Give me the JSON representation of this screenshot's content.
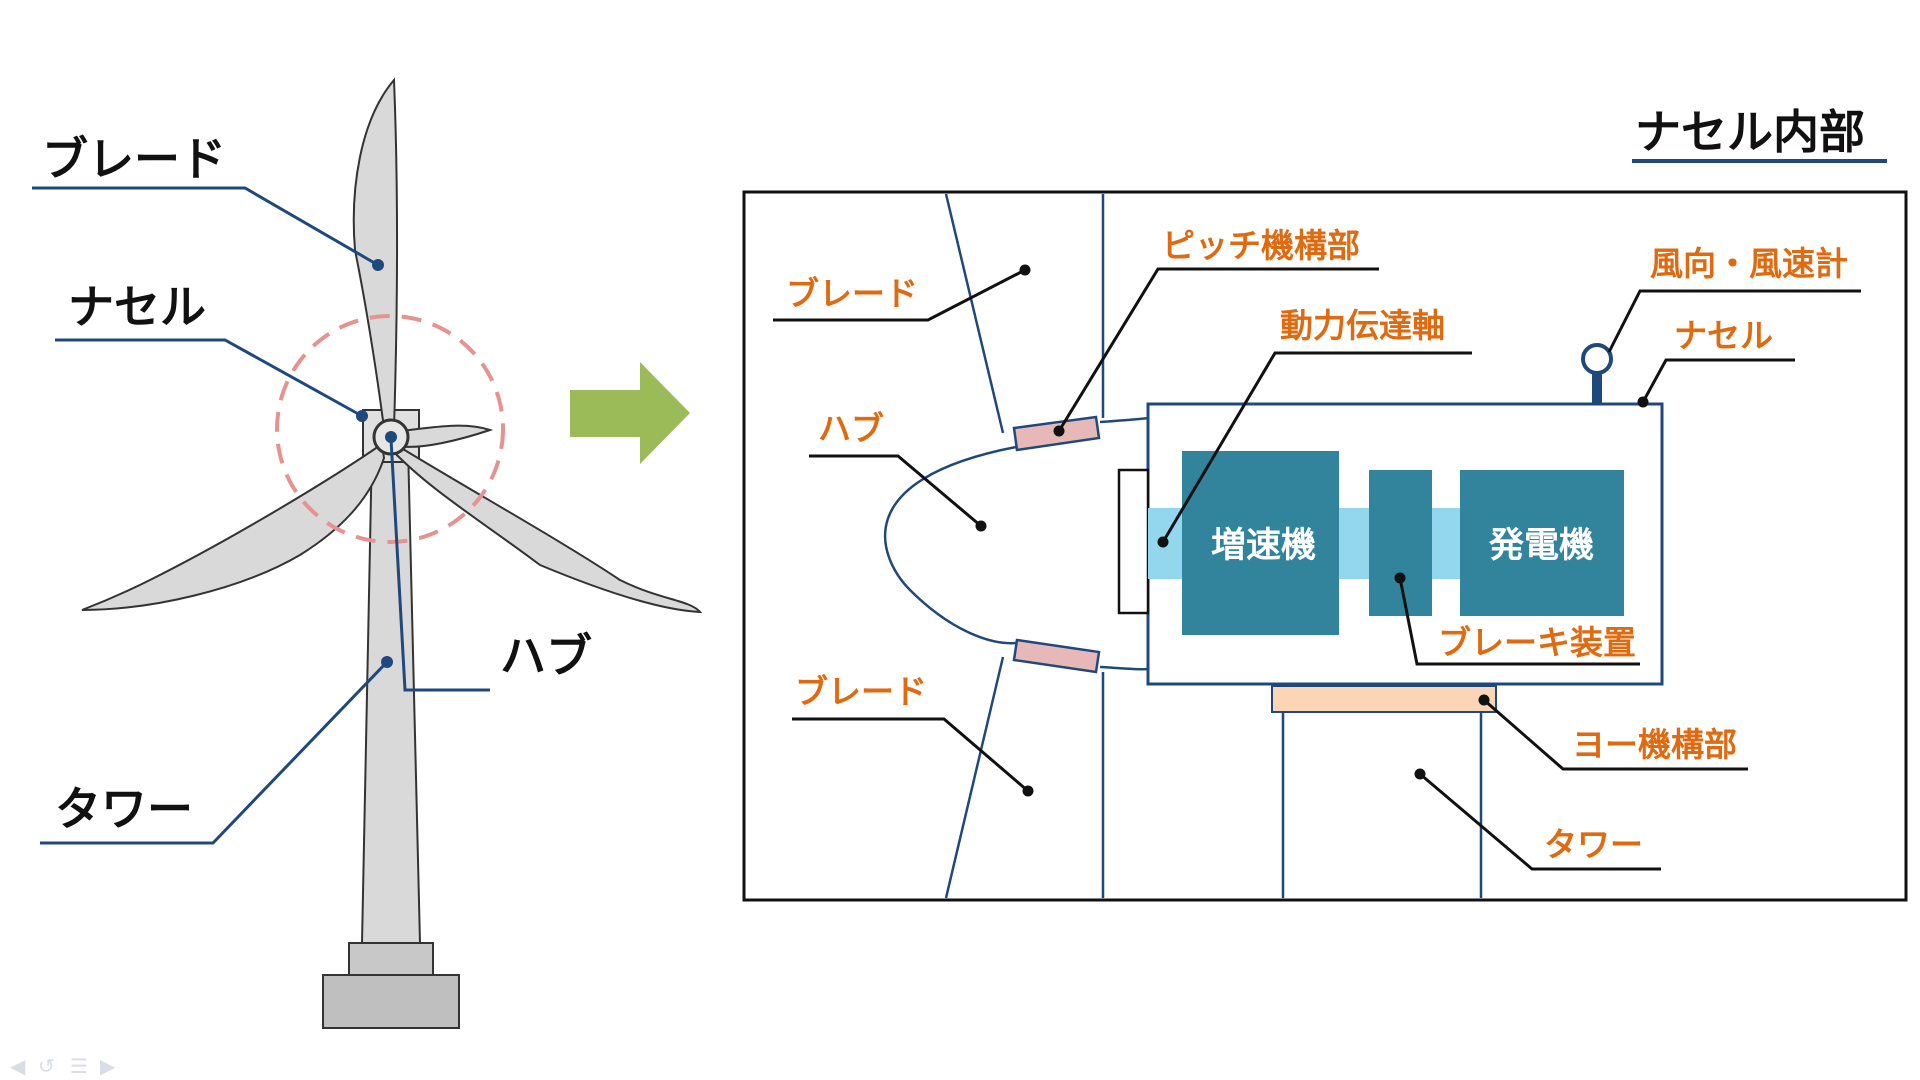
{
  "left_labels": {
    "blade": "ブレード",
    "nacelle": "ナセル",
    "hub": "ハブ",
    "tower": "タワー"
  },
  "panel": {
    "title": "ナセル内部",
    "blade_top": "ブレード",
    "blade_bottom": "ブレード",
    "hub": "ハブ",
    "pitch": "ピッチ機構部",
    "shaft": "動力伝達軸",
    "wind_sensor": "風向・風速計",
    "nacelle": "ナセル",
    "gearbox": "増速機",
    "generator": "発電機",
    "brake": "ブレーキ装置",
    "yaw": "ヨー機構部",
    "tower": "タワー"
  },
  "colors": {
    "leader_line": "#1f497d",
    "orange_label": "#e06a10",
    "component_teal": "#31849b",
    "shaft_blue": "#92d7ee",
    "pitch_pink": "#e6b9b8",
    "yaw_peach": "#fbd5b5",
    "arrow_green": "#9bbb59",
    "turbine_gray": "#d9d9d9",
    "focus_circle": "#e6928f"
  },
  "icons": {
    "arrow": "right-arrow-icon",
    "nav": [
      "prev-slide-icon",
      "undo-icon",
      "menu-icon",
      "next-slide-icon"
    ]
  }
}
